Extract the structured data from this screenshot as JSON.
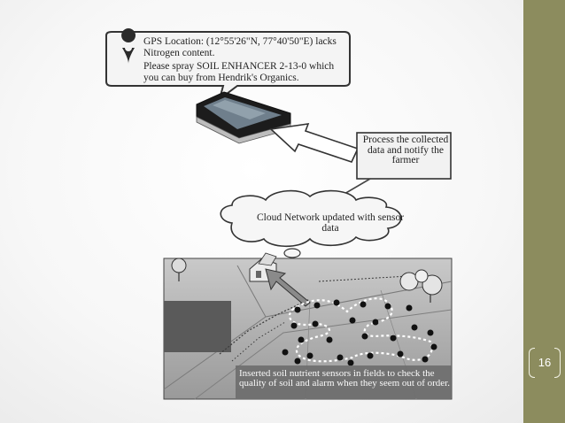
{
  "slide": {
    "page_number": "16"
  },
  "diagram": {
    "phone_message": {
      "gps_line": "GPS Location: (12°55'26\"N, 77°40'50\"E) lacks Nitrogen content.",
      "advice_line": "Please spray SOIL ENHANCER 2-13-0 which you can buy from Hendrik's Organics."
    },
    "process_box": "Process the collected data and notify the farmer",
    "cloud": "Cloud Network updated with sensor data",
    "field_caption": "Inserted soil nutrient sensors in fields to check the quality of soil and alarm when they seem out of order."
  },
  "colors": {
    "sidebar": "#8c8c5e",
    "page_number_text": "#ffffff"
  }
}
